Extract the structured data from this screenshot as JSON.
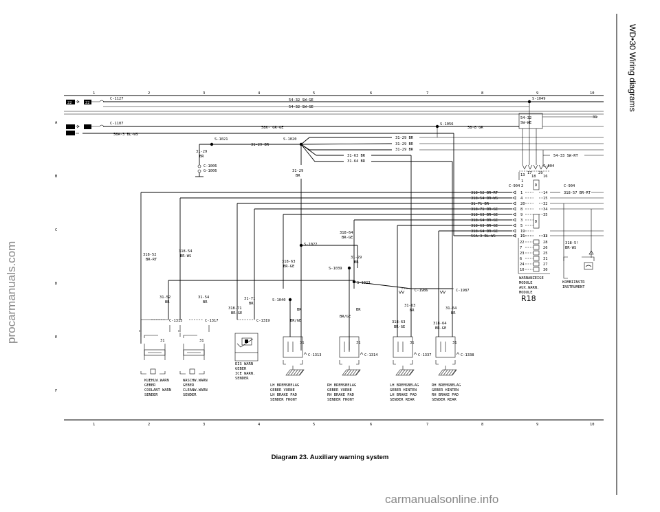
{
  "page_header": "WD•30 Wiring diagrams",
  "caption": "Diagram 23. Auxiliary warning system",
  "watermark_left": "procarmanuals.com",
  "watermark_bottom": "carmanualsonline.info",
  "grid_columns": [
    "1",
    "2",
    "3",
    "4",
    "5",
    "6",
    "7",
    "8",
    "9",
    "10"
  ],
  "grid_rows": [
    "A",
    "B",
    "C",
    "D",
    "E",
    "F"
  ],
  "input_labels": {
    "c1127": "C-1127",
    "c1107": "C-1107"
  },
  "wire_labels": {
    "w54_32a": "54-32 SW-GE",
    "w54_32b": "54-32 SW-GE",
    "w58k": "58K- GR-GE",
    "w56a3": "56A-3 BL-WS",
    "w58_8": "58-8 GR",
    "w31_29br": "31-29 BR",
    "w31_29a": "31-29 BR",
    "w31_29b": "31-29 BR",
    "w31_29c": "31-29 BR",
    "w31_63": "31-63 BR",
    "w31_64": "31-64 BR",
    "w31_29v1": "31-29",
    "w31_29v1b": "BR",
    "w31_29v2": "31-29",
    "w31_29v2b": "BR",
    "w54_33": "54-33 SW-RT",
    "w318_52": "318-52",
    "w318_52b": "BR-RT",
    "w318_54": "318-54",
    "w318_54b": "BR-WS",
    "w318_63": "318-63",
    "w318_63b": "BR-GE",
    "w318_64": "318-64",
    "w318_64b": "BR-GE",
    "w31_52": "31-52",
    "w31_52b": "BR",
    "w31_54": "31-54",
    "w31_54b": "BR",
    "w31_71": "31-71",
    "w31_71b": "BR",
    "w318_71": "318-71",
    "w318_71b": "BR-GE",
    "wbr1": "BR",
    "wbrge1": "BR/GE",
    "wbr2": "BR",
    "wbrge2": "BR/GE",
    "w31_29c2": "31-29",
    "w31_29c2b": "BR",
    "w31_63b": "31-63",
    "w31_63bb": "BR",
    "w318_63c": "318-63",
    "w318_63cb": "BR-GE",
    "w31_64b": "31-64",
    "w31_64bb": "BR",
    "w318_64c": "318-64",
    "w318_64cb": "BR-GE",
    "w54_32c": "54-32",
    "w54_32cb": "SW-WE",
    "w31": "31",
    "w318_57": "318-57 BR-RT",
    "w318_5x": "318-5!",
    "w318_5xb": "BR-WS"
  },
  "splices": {
    "s1049": "S-1049",
    "s1056": "S-1056",
    "s1021": "S-1021",
    "s1020": "S-1020",
    "s1022": "S-1022",
    "s1039": "S-1039",
    "s1023": "S-1023",
    "s1040": "S-1040"
  },
  "connectors": {
    "c1006": "C-1006",
    "g1006": "G-1006",
    "c904a": "C-904",
    "c904b": "C-904",
    "c904c": "C-904",
    "c1315": "C-1315",
    "c1317": "C-1317",
    "c1319": "C-1319",
    "c1986": "C-1986",
    "c1987": "C-1987",
    "c1313": "C-1313",
    "c1314": "C-1314",
    "c1337": "C-1337",
    "c1338": "C-1338"
  },
  "module_wires": [
    {
      "wire": "318-52 BR-RT",
      "left": "1",
      "right": "14"
    },
    {
      "wire": "318-54 BR-WS",
      "left": "4",
      "right": "15"
    },
    {
      "wire": "31-71 BR",
      "left": "20",
      "right": "32"
    },
    {
      "wire": "318-71 BR-GE",
      "left": "8",
      "right": "34"
    },
    {
      "wire": "318-63 BR-GE",
      "left": "9",
      "right": "35"
    },
    {
      "wire": "318-64 BR-GE",
      "left": "3",
      "right": ""
    },
    {
      "wire": "318-63 BR-GE",
      "left": "5",
      "right": ""
    },
    {
      "wire": "318-64 BR-GE",
      "left": "19",
      "right": ""
    },
    {
      "wire": "56A-3 BL-WS",
      "left": "21",
      "right": "33"
    },
    {
      "wire": "",
      "left": "11",
      "right": "12"
    }
  ],
  "module_pins_lower": [
    {
      "left": "22",
      "right": "28"
    },
    {
      "left": "7",
      "right": "26"
    },
    {
      "left": "23",
      "right": "25"
    },
    {
      "left": "6",
      "right": "31"
    },
    {
      "left": "24",
      "right": "27"
    },
    {
      "left": "10",
      "right": "30"
    }
  ],
  "module_top_pins": {
    "p1": "13",
    "p2": "17",
    "p3": "18",
    "p4": "29",
    "p5": "16",
    "p6": "1",
    "p7": "2"
  },
  "module_name": [
    "WARNANZEIGE",
    "MODULE",
    "AUX.WARN.",
    "MODULE"
  ],
  "module_ref": "R18",
  "kombi": [
    "KOMBIINSTR",
    "INSTRUMENT"
  ],
  "sensor_pin": "31",
  "components": {
    "coolant": [
      "KUEHLW.WARN",
      "GEBER",
      "COOLANT WARN",
      "SENDER"
    ],
    "washer": [
      "WASCHW.WARN",
      "GEBER",
      "CLEANW.WARN",
      "SENDER"
    ],
    "ice": [
      "EIS WARN",
      "GEBER",
      "ICE WARN.",
      "SENDER"
    ],
    "lh_front": [
      "LH BREMSBELAG",
      "GEBER VORNE",
      "LH BRAKE PAD",
      "SENDER FRONT"
    ],
    "rh_front": [
      "RH BREMSBELAG",
      "GEBER VORNE",
      "RH BRAKE PAD",
      "SENDER FRONT"
    ],
    "lh_rear": [
      "LH BREMSBELAG",
      "GEBER HINTEN",
      "LH BRAKE PAD",
      "SENDER REAR"
    ],
    "rh_rear": [
      "RH BREMSBELAG",
      "GEBER HINTEN",
      "RH BRAKE PAD",
      "SENDER REAR"
    ]
  }
}
